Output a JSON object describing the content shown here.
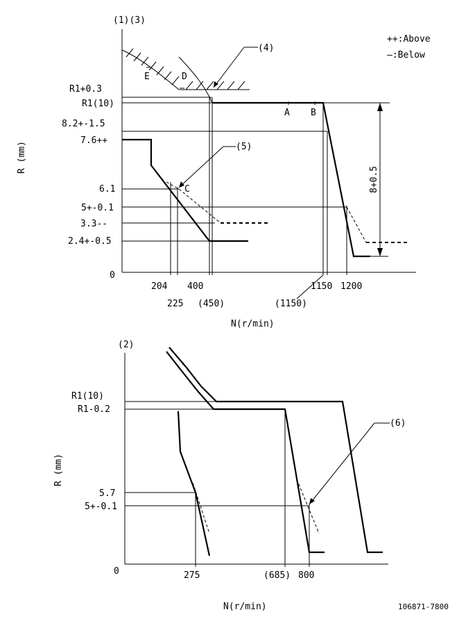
{
  "legend": {
    "above": "++:Above",
    "below": "—:Below"
  },
  "top": {
    "header": "(1)(3)",
    "ylabel": "R (mm)",
    "xlabel": "N(r/min)",
    "origin": "0",
    "ylabels": [
      "R1+0.3",
      "R1(10)",
      "8.2+-1.5",
      "7.6++",
      "6.1",
      "5+-0.1",
      "3.3--",
      "2.4+-0.5"
    ],
    "xlabels": [
      "204",
      "225",
      "400",
      "(450)",
      "(1150)",
      "1150",
      "1200"
    ],
    "points": [
      "A",
      "B",
      "C",
      "D",
      "E"
    ],
    "callouts": [
      "(4)",
      "(5)"
    ],
    "dim_label": "8+0.5"
  },
  "bottom": {
    "header": "(2)",
    "ylabel": "R (mm)",
    "xlabel": "N(r/min)",
    "origin": "0",
    "ylabels": [
      "R1(10)",
      "R1-0.2",
      "5.7",
      "5+-0.1"
    ],
    "xlabels": [
      "275",
      "(685)",
      "800"
    ],
    "callouts": [
      "(6)"
    ]
  },
  "part_number": "106871-7800"
}
